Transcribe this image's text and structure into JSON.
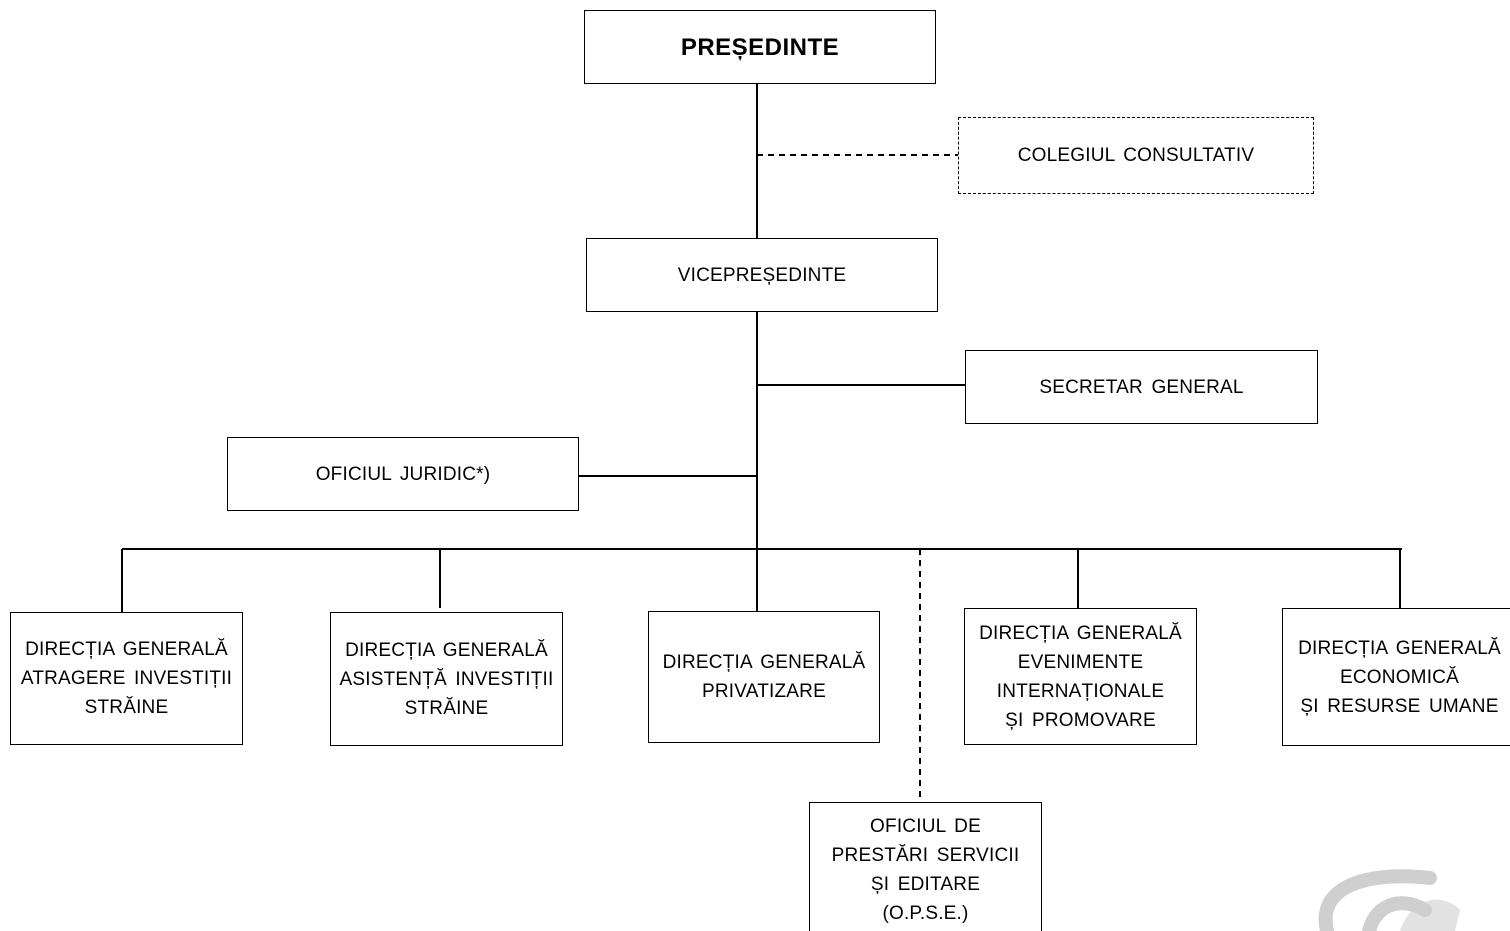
{
  "chart": {
    "president": "PREȘEDINTE",
    "consultative_college": "COLEGIUL  CONSULTATIV",
    "vice_president": "VICEPREȘEDINTE",
    "secretary_general": "SECRETAR  GENERAL",
    "legal_office": "OFICIUL  JURIDIC*)",
    "departments": [
      "DIRECȚIA  GENERALĂ\nATRAGERE  INVESTIȚII\nSTRĂINE",
      "DIRECȚIA  GENERALĂ\nASISTENȚĂ  INVESTIȚII\nSTRĂINE",
      "DIRECȚIA  GENERALĂ\nPRIVATIZARE",
      "DIRECȚIA  GENERALĂ\nEVENIMENTE\nINTERNAȚIONALE\nȘI  PROMOVARE",
      "DIRECȚIA  GENERALĂ\nECONOMICĂ\nȘI  RESURSE  UMANE"
    ],
    "services_office": "OFICIUL  DE\nPRESTĂRI  SERVICII\nȘI  EDITARE\n(O.P.S.E.)"
  },
  "colors": {
    "line": "#000000",
    "watermark": "#cfcfcf"
  }
}
